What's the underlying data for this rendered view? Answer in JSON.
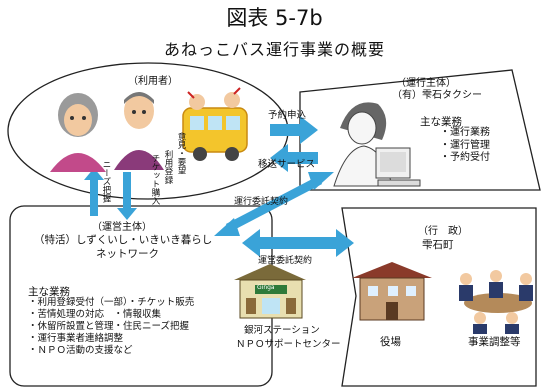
{
  "figure_label": "図表 5-7b",
  "title": "あねっこバス運行事業の概要",
  "users": {
    "label": "（利用者）"
  },
  "operator": {
    "role": "（運行主体）",
    "name": "（有）雫石タクシー",
    "tasks_heading": "主な業務",
    "tasks": [
      "・運行業務",
      "・運行管理",
      "・予約受付"
    ]
  },
  "management": {
    "role": "（運営主体）",
    "name_line1": "（特活）しずくいし・いきいき暮らし",
    "name_line2": "ネットワーク",
    "tasks_heading": "主な業務",
    "tasks": [
      "・利用登録受付（一部）・チケット販売",
      "・苦情処理の対応　・情報収集",
      "・休留所設置と管理・住民ニーズ把握",
      "・運行事業者連絡調整",
      "・ＮＰＯ活動の支援など"
    ]
  },
  "government": {
    "role": "（行　政）",
    "name": "雫石町",
    "office_label": "役場",
    "meeting_label": "事業調整等"
  },
  "station": {
    "sign": "Ginga",
    "label1": "銀河ステーション",
    "label2": "ＮＰＯサポートセンター"
  },
  "arrows": {
    "reservation": "予約申込",
    "transport_service": "移送サービス",
    "operation_contract": "運行委託契約",
    "management_contract": "運営委託契約",
    "needs": "ニーズ把握",
    "feedback": "意見・要望",
    "user_registration": "利用登録",
    "ticket_purchase": "チケット購入"
  }
}
